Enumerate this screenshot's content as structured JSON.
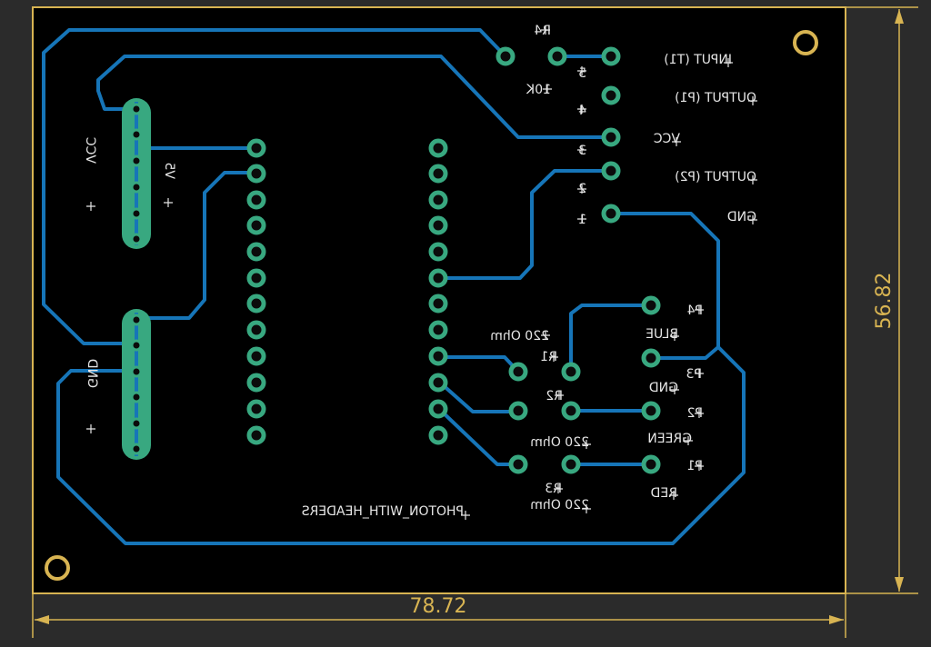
{
  "board": {
    "dim_width": "78.72",
    "dim_height": "56.82",
    "module_label": "PHOTON_WITH_HEADERS",
    "colors": {
      "background": "#2b2b2b",
      "board": "#000000",
      "outline": "#d8b452",
      "trace": "#1675b8",
      "pad": "#38a880",
      "silk": "#e6e6e6"
    }
  },
  "connector": {
    "pin_numbers": [
      "5",
      "4",
      "3",
      "2",
      "1"
    ],
    "pin_labels": [
      "INPUT (T1)",
      "OUTPUT (P1)",
      "VCC",
      "OUTPUT (P2)",
      "GND"
    ]
  },
  "rails": {
    "vcc": "VCC",
    "v5": "V5",
    "gnd": "GND"
  },
  "resistors": {
    "r4": "R4",
    "r4_value": "10K",
    "r1": "R1",
    "r1_value": "220 Ohm",
    "r2": "R2",
    "r2_value": "220 Ohm",
    "r3": "R3",
    "r3_value": "220 Ohm"
  },
  "led_header": {
    "p4": "P4",
    "p4_label": "BLUE",
    "p3": "P3",
    "p3_label": "GND",
    "p2": "P2",
    "p2_label": "GREEN",
    "p1": "P1",
    "p1_label": "RED"
  }
}
